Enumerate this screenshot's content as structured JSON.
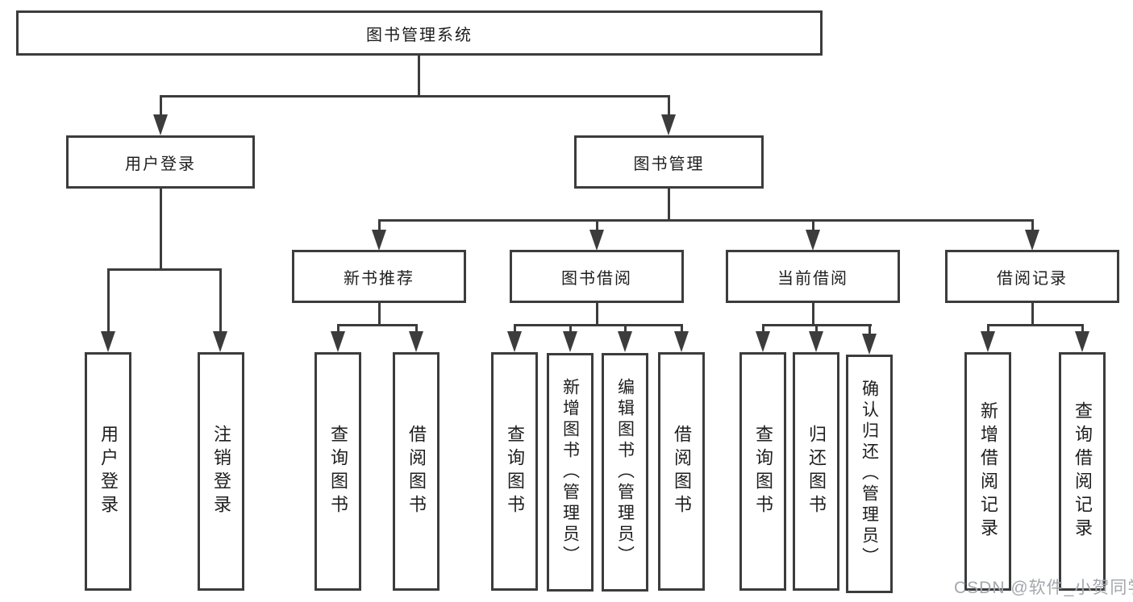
{
  "diagram": {
    "colors": {
      "line": "#3c3c3c",
      "text": "#1e1e1e",
      "background": "#ffffff",
      "watermark": "#a3a7ad"
    },
    "root": {
      "label": "图书管理系统"
    },
    "level1": [
      {
        "label": "用户登录"
      },
      {
        "label": "图书管理"
      }
    ],
    "level2": [
      {
        "label": "新书推荐",
        "parent": "图书管理"
      },
      {
        "label": "图书借阅",
        "parent": "图书管理"
      },
      {
        "label": "当前借阅",
        "parent": "图书管理"
      },
      {
        "label": "借阅记录",
        "parent": "图书管理"
      }
    ],
    "leaves": [
      {
        "label": "用户登录",
        "parent": "用户登录"
      },
      {
        "label": "注销登录",
        "parent": "用户登录"
      },
      {
        "label": "查询图书",
        "parent": "新书推荐"
      },
      {
        "label": "借阅图书",
        "parent": "新书推荐"
      },
      {
        "label": "查询图书",
        "parent": "图书借阅"
      },
      {
        "label": "新增图书（管理员）",
        "parent": "图书借阅"
      },
      {
        "label": "编辑图书（管理员）",
        "parent": "图书借阅"
      },
      {
        "label": "借阅图书",
        "parent": "图书借阅"
      },
      {
        "label": "查询图书",
        "parent": "当前借阅"
      },
      {
        "label": "归还图书",
        "parent": "当前借阅"
      },
      {
        "label": "确认归还（管理员）",
        "parent": "当前借阅"
      },
      {
        "label": "新增借阅记录",
        "parent": "借阅记录"
      },
      {
        "label": "查询借阅记录",
        "parent": "借阅记录"
      }
    ]
  },
  "watermark": {
    "text": "CSDN @软件_小贺同学"
  }
}
